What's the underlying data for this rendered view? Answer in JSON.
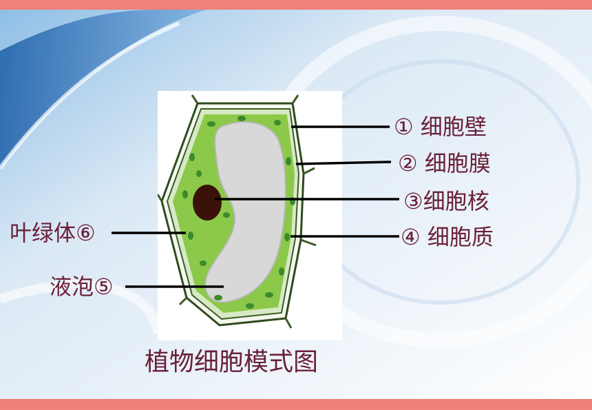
{
  "title": "植物细胞模式图",
  "labels": {
    "cell_wall": "① 细胞壁",
    "cell_membrane": "② 细胞膜",
    "nucleus": "③细胞核",
    "cytoplasm": "④ 细胞质",
    "chloroplast": "叶绿体⑥",
    "vacuole": "液泡⑤"
  },
  "colors": {
    "accent_bar": "#f08078",
    "label_text": "#6a1f38",
    "cytoplasm": "#8cc84a",
    "chloroplast": "#3c8a2a",
    "nucleus": "#3a1208",
    "vacuole": "#d8d8d8"
  }
}
